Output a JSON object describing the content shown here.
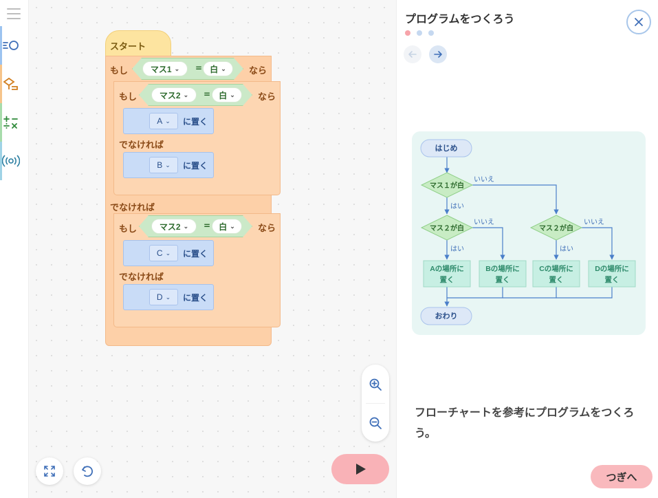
{
  "toolbox": {
    "categories": [
      {
        "name": "control",
        "icon": "loop-icon"
      },
      {
        "name": "action",
        "icon": "place-icon"
      },
      {
        "name": "math",
        "icon": "operators-icon"
      },
      {
        "name": "sensor",
        "icon": "signal-icon"
      }
    ]
  },
  "program": {
    "start_label": "スタート",
    "if_label": "もし",
    "then_label": "なら",
    "else_label": "でなければ",
    "eq": "=",
    "outer_if": {
      "cell": "マス1",
      "value": "白"
    },
    "inner_if_1": {
      "cell": "マス2",
      "value": "白",
      "action_a": "A",
      "action_b": "B"
    },
    "inner_if_2": {
      "cell": "マス2",
      "value": "白",
      "action_a": "C",
      "action_b": "D"
    },
    "place_label": "に置く"
  },
  "panel": {
    "title": "プログラムをつくろう",
    "instruction": "フローチャートを参考にプログラムをつくろう。",
    "next_button": "つぎへ",
    "page_dots": [
      {
        "state": "active",
        "color": "#f7a4aa"
      },
      {
        "state": "inactive",
        "color": "#c5d8f0"
      },
      {
        "state": "inactive",
        "color": "#c5d8f0"
      }
    ]
  },
  "flowchart": {
    "start": "はじめ",
    "end": "おわり",
    "decision_1": "マス１が白",
    "decision_2": "マス２が白",
    "decision_3": "マス２が白",
    "yes": "はい",
    "no": "いいえ",
    "place_a_1": "Aの場所に",
    "place_a_2": "置く",
    "place_b_1": "Bの場所に",
    "place_b_2": "置く",
    "place_c_1": "Cの場所に",
    "place_c_2": "置く",
    "place_d_1": "Dの場所に",
    "place_d_2": "置く"
  },
  "colors": {
    "accent_blue": "#4a7fc9",
    "run_button": "#f9b2b7",
    "next_button": "#f9b9bd",
    "condition_green": "#cbe9c8",
    "if_block": "#fdd0a8",
    "action_block": "#c9dcf7",
    "start_block": "#fde4a0"
  }
}
